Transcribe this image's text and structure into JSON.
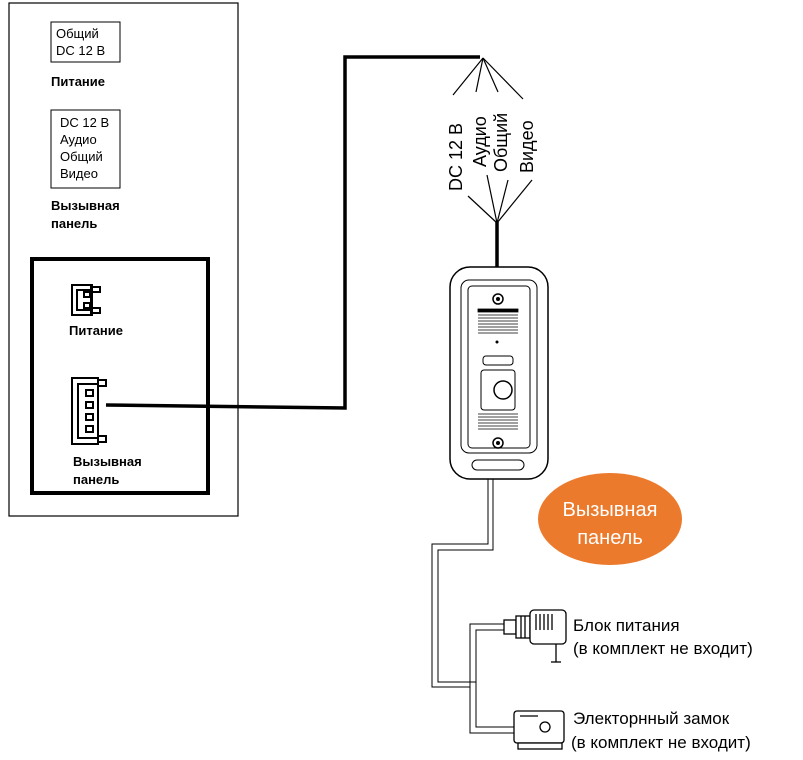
{
  "monitor_panel": {
    "power_terminal": {
      "lines": [
        "Общий",
        "DC 12 В"
      ],
      "caption": "Питание"
    },
    "call_panel_terminal": {
      "lines": [
        "DC 12 В",
        "Аудио",
        "Общий",
        "Видео"
      ],
      "caption": [
        "Вызывная",
        "панель"
      ]
    },
    "connector_power_caption": "Питание",
    "connector_call_caption": [
      "Вызывная",
      "панель"
    ]
  },
  "cable_wires": [
    "DC 12 В",
    "Аудио",
    "Общий",
    "Видео"
  ],
  "call_panel_badge": {
    "lines": [
      "Вызывная",
      "панель"
    ],
    "color": "#ec7a2c"
  },
  "power_supply": {
    "lines": [
      "Блок питания",
      "(в комплект не входит)"
    ]
  },
  "electronic_lock": {
    "lines": [
      "Электорнный замок",
      "(в комплект не входит)"
    ]
  }
}
